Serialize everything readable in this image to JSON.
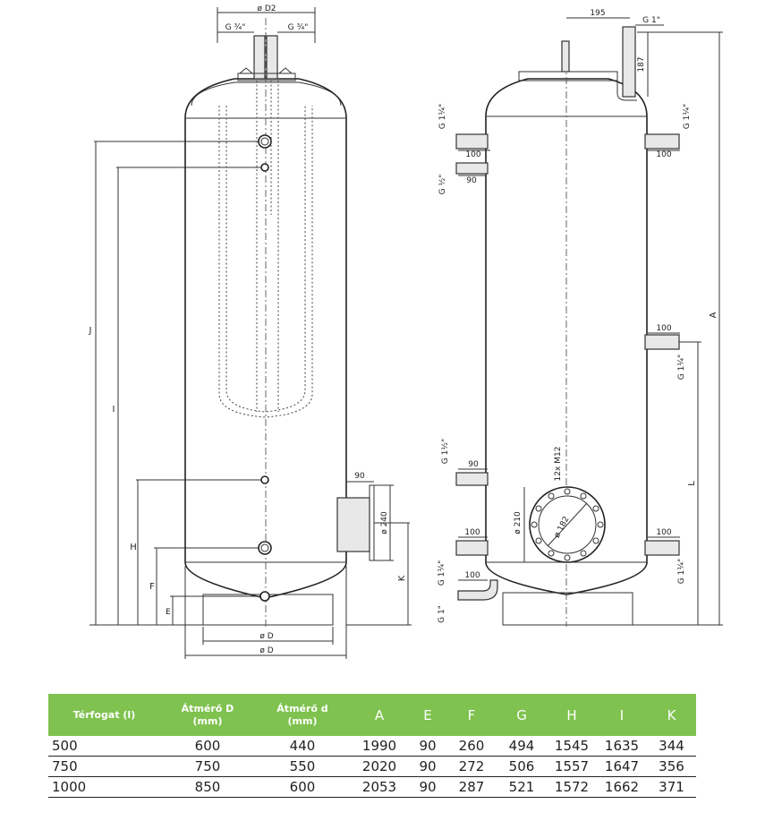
{
  "drawing": {
    "left_view": {
      "dims": {
        "d2": "ø D2",
        "g34_left": "G ¾\"",
        "g34_right": "G ¾\"",
        "d_inner": "ø D",
        "d_outer": "ø D",
        "j": "J",
        "i": "I",
        "h": "H",
        "f": "F",
        "e": "E",
        "k": "K",
        "d90": "90",
        "d240": "ø 240"
      }
    },
    "right_view": {
      "dims": {
        "d195": "195",
        "g1_top": "G 1\"",
        "d187": "187",
        "a": "A",
        "l": "L",
        "g114_tl": "G 1¼\"",
        "d100_tl": "100",
        "g12_l": "G ½\"",
        "d90_l": "90",
        "g114_tr": "G 1¼\"",
        "d100_tr": "100",
        "d100_mr": "100",
        "g114_mr": "G 1¼\"",
        "g112_l": "G 1½\"",
        "d90_l2": "90",
        "m12": "12x M12",
        "d210": "ø 210",
        "d182": "ø 182",
        "d100_bl": "100",
        "g114_bl": "G 1¼\"",
        "d100_bl2": "100",
        "g1_bl": "G 1\"",
        "d100_br": "100",
        "g114_br": "G 1¼\""
      }
    }
  },
  "table": {
    "headers": [
      "Térfogat (l)",
      "Átmérő D (mm)",
      "Átmérő d (mm)",
      "A",
      "E",
      "F",
      "G",
      "H",
      "I",
      "K"
    ],
    "header_lines": [
      [
        "Térfogat (l)"
      ],
      [
        "Átmérő D",
        "(mm)"
      ],
      [
        "Átmérő d",
        "(mm)"
      ],
      [
        "A"
      ],
      [
        "E"
      ],
      [
        "F"
      ],
      [
        "G"
      ],
      [
        "H"
      ],
      [
        "I"
      ],
      [
        "K"
      ]
    ],
    "rows": [
      [
        "500",
        "600",
        "440",
        "1990",
        "90",
        "260",
        "494",
        "1545",
        "1635",
        "344"
      ],
      [
        "750",
        "750",
        "550",
        "2020",
        "90",
        "272",
        "506",
        "1557",
        "1647",
        "356"
      ],
      [
        "1000",
        "850",
        "600",
        "2053",
        "90",
        "287",
        "521",
        "1572",
        "1662",
        "371"
      ]
    ]
  },
  "colors": {
    "header_bg": "#7fc24f",
    "header_text": "#ffffff",
    "line": "#222222"
  }
}
